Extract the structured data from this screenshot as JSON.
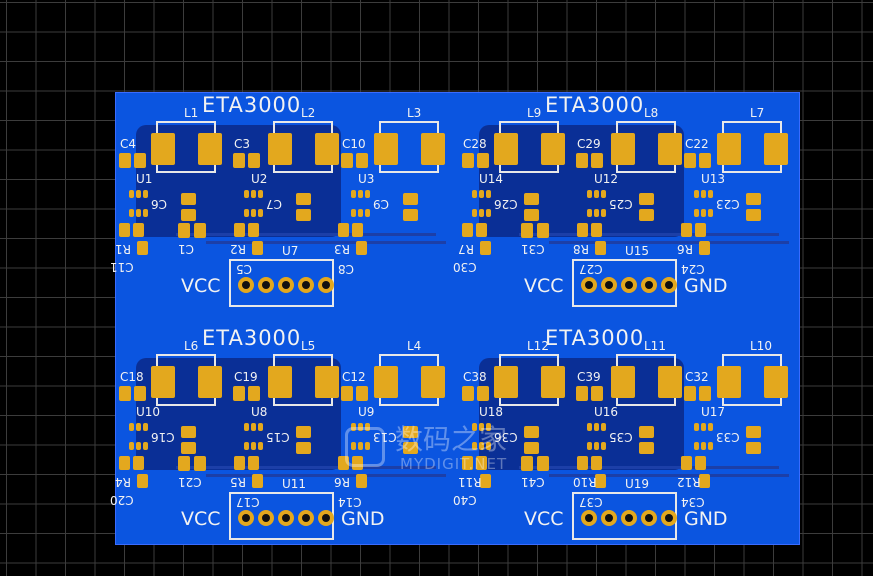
{
  "board": {
    "colors": {
      "board": "#0b55e0",
      "pour": "#0a2f96",
      "pad": "#e3a81e",
      "silk": "#f2f2f2",
      "background": "#000000"
    },
    "modules": [
      {
        "title": "ETA3000",
        "inductors": [
          "L1",
          "L2",
          "L3"
        ],
        "top_caps": [
          "C4",
          "C3",
          "C10"
        ],
        "ics": [
          "U1",
          "U2",
          "U3"
        ],
        "side_caps": [
          "C6",
          "C7",
          "C9"
        ],
        "resistors": [
          "R1",
          "R2",
          "R3"
        ],
        "bottom_caps": [
          "C11",
          "C1",
          "C5",
          "C8"
        ],
        "connector": "U7",
        "vcc": "VCC",
        "gnd": ""
      },
      {
        "title": "ETA3000",
        "inductors": [
          "L9",
          "L8",
          "L7"
        ],
        "top_caps": [
          "C28",
          "C29",
          "C22"
        ],
        "ics": [
          "U14",
          "U12",
          "U13"
        ],
        "side_caps": [
          "C26",
          "C25",
          "C23"
        ],
        "resistors": [
          "R7",
          "R8",
          "R6"
        ],
        "bottom_caps": [
          "C30",
          "C31",
          "C27",
          "C24"
        ],
        "connector": "U15",
        "vcc": "VCC",
        "gnd": "GND"
      },
      {
        "title": "ETA3000",
        "inductors": [
          "L6",
          "L5",
          "L4"
        ],
        "top_caps": [
          "C18",
          "C19",
          "C12"
        ],
        "ics": [
          "U10",
          "U8",
          "U9"
        ],
        "side_caps": [
          "C16",
          "C15",
          "C13"
        ],
        "resistors": [
          "R4",
          "R5",
          "R6"
        ],
        "bottom_caps": [
          "C20",
          "C21",
          "C17",
          "C14"
        ],
        "connector": "U11",
        "vcc": "VCC",
        "gnd": "GND"
      },
      {
        "title": "ETA3000",
        "inductors": [
          "L12",
          "L11",
          "L10"
        ],
        "top_caps": [
          "C38",
          "C39",
          "C32"
        ],
        "ics": [
          "U18",
          "U16",
          "U17"
        ],
        "side_caps": [
          "C36",
          "C35",
          "C33"
        ],
        "resistors": [
          "R11",
          "R10",
          "R12"
        ],
        "bottom_caps": [
          "C40",
          "C41",
          "C37",
          "C34"
        ],
        "connector": "U19",
        "vcc": "VCC",
        "gnd": "GND"
      }
    ]
  },
  "watermark": {
    "cn": "数码之家",
    "en": "MYDIGIT.NET"
  }
}
